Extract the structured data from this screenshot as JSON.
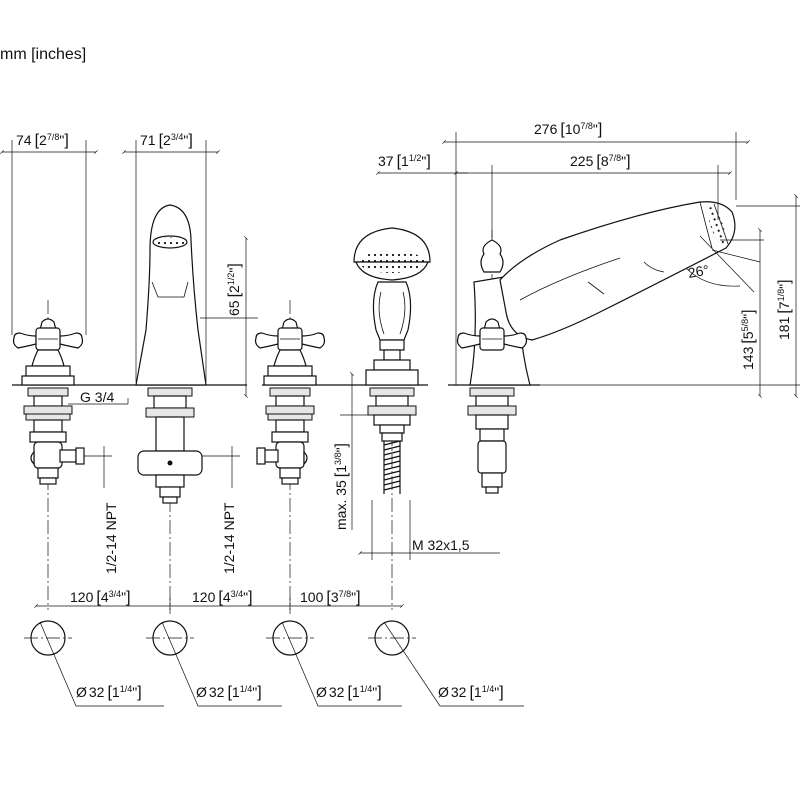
{
  "units_label": "mm [inches]",
  "top_dims": {
    "d74": {
      "mm": "74",
      "in": "2",
      "frac": "7/8",
      "q": "\""
    },
    "d71": {
      "mm": "71",
      "in": "2",
      "frac": "3/4",
      "q": "\""
    },
    "d65": {
      "mm": "65",
      "in": "2",
      "frac": "1/2",
      "q": "\""
    },
    "d276": {
      "mm": "276",
      "in": "10",
      "frac": "7/8",
      "q": "\""
    },
    "d37": {
      "mm": "37",
      "in": "1",
      "frac": "1/2",
      "q": "\""
    },
    "d225": {
      "mm": "225",
      "in": "8",
      "frac": "7/8",
      "q": "\""
    },
    "d181": {
      "mm": "181",
      "in": "7",
      "frac": "1/8",
      "q": "\""
    },
    "d143": {
      "mm": "143",
      "in": "5",
      "frac": "5/8",
      "q": "\""
    },
    "angle": "26°"
  },
  "thread_labels": {
    "g34": "G 3/4",
    "npt_left": "1/2-14 NPT",
    "npt_center": "1/2-14 NPT",
    "max35": {
      "prefix": "max. 35",
      "in": "1",
      "frac": "3/8",
      "q": "\""
    },
    "m32": "M 32x1,5"
  },
  "spacing_dims": {
    "s120a": {
      "mm": "120",
      "in": "4",
      "frac": "3/4",
      "q": "\""
    },
    "s120b": {
      "mm": "120",
      "in": "4",
      "frac": "3/4",
      "q": "\""
    },
    "s100": {
      "mm": "100",
      "in": "3",
      "frac": "7/8",
      "q": "\""
    }
  },
  "hole_dims": [
    {
      "phi": "Ø",
      "mm": "32",
      "in": "1",
      "frac": "1/4",
      "q": "\""
    },
    {
      "phi": "Ø",
      "mm": "32",
      "in": "1",
      "frac": "1/4",
      "q": "\""
    },
    {
      "phi": "Ø",
      "mm": "32",
      "in": "1",
      "frac": "1/4",
      "q": "\""
    },
    {
      "phi": "Ø",
      "mm": "32",
      "in": "1",
      "frac": "1/4",
      "q": "\""
    }
  ]
}
